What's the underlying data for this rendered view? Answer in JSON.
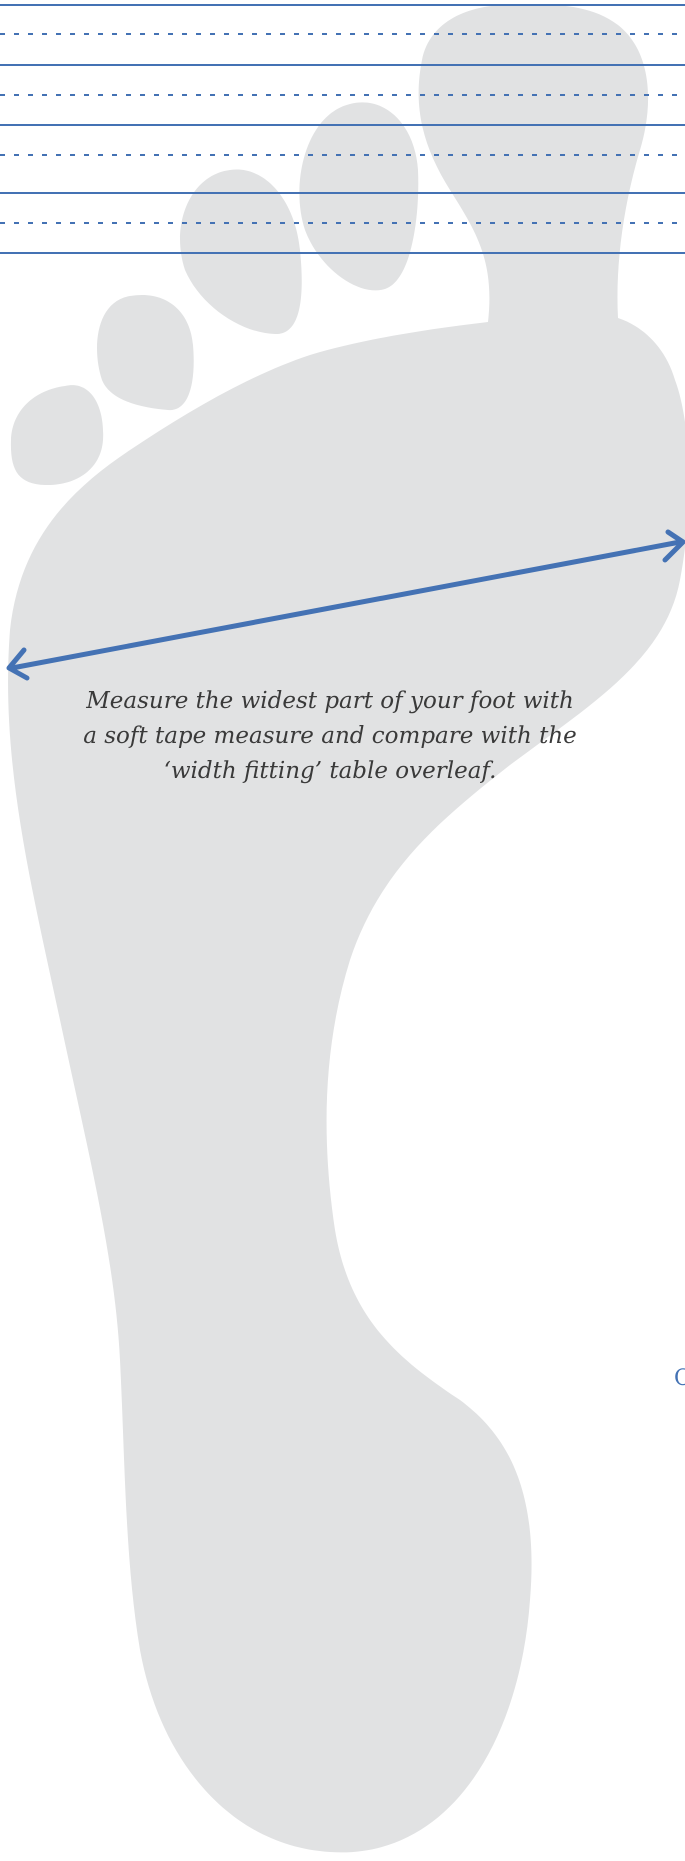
{
  "instruction": {
    "line1": "Measure the widest part of your foot with",
    "line2": "a soft tape measure and compare with the",
    "line3": "‘width fitting’ table overleaf."
  },
  "edge_mark": "C",
  "colors": {
    "background": "#ffffff",
    "foot_fill": "#e1e2e3",
    "guide_lines": "#4472b4",
    "arrow": "#4472b4",
    "instruction_text": "#3a3a3a"
  },
  "icons": {
    "foot": "foot-outline-icon",
    "width_arrow": "double-headed-arrow-icon"
  }
}
